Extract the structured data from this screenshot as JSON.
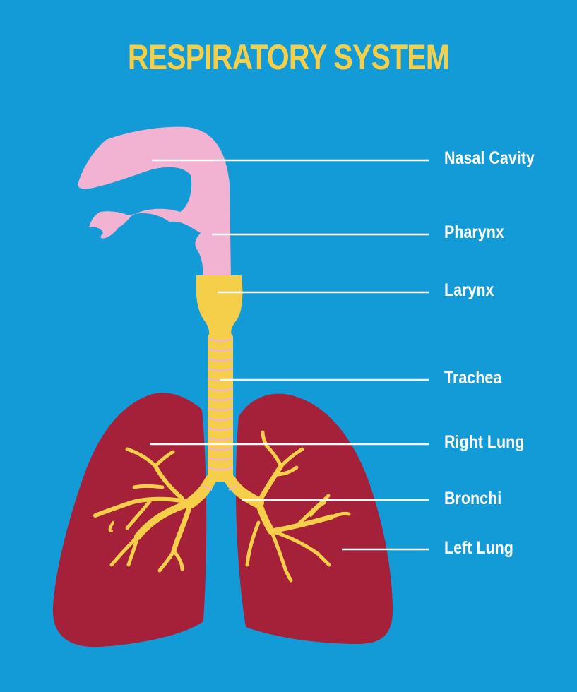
{
  "title": "RESPIRATORY SYSTEM",
  "colors": {
    "background": "#139bd8",
    "title": "#f5cf4a",
    "nasal": "#f2b3d3",
    "trachea": "#f5cf4a",
    "trachea_rings": "#f2b3d3",
    "lung": "#a5213a",
    "bronchi": "#f5cf4a",
    "leader_line": "#ffffff",
    "label": "#ffffff"
  },
  "labels": [
    {
      "id": "nasal-cavity",
      "text": "Nasal Cavity"
    },
    {
      "id": "pharynx",
      "text": "Pharynx"
    },
    {
      "id": "larynx",
      "text": "Larynx"
    },
    {
      "id": "trachea",
      "text": "Trachea"
    },
    {
      "id": "right-lung",
      "text": "Right Lung"
    },
    {
      "id": "bronchi",
      "text": "Bronchi"
    },
    {
      "id": "left-lung",
      "text": "Left Lung"
    }
  ]
}
